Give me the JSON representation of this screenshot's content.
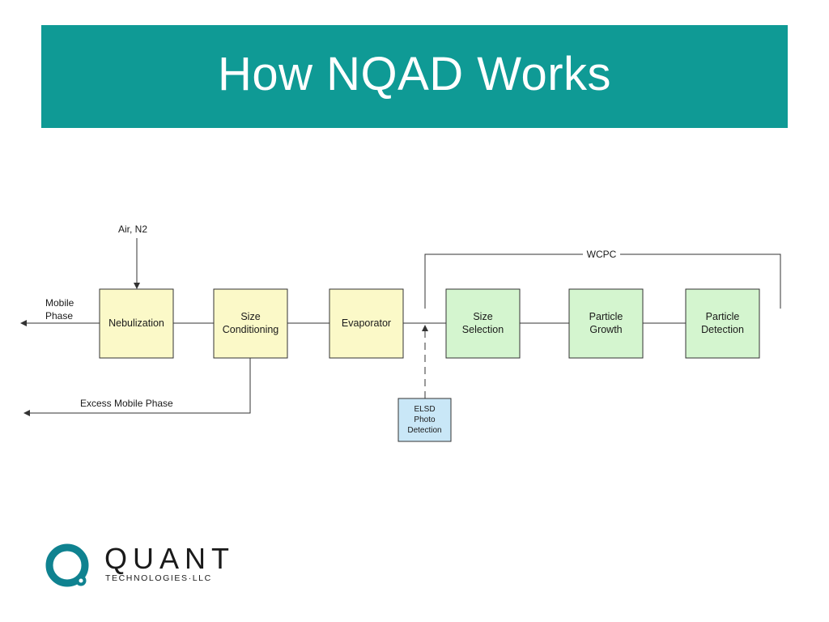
{
  "slide": {
    "title": "How NQAD Works"
  },
  "diagram": {
    "inputs": {
      "gas": "Air, N2",
      "mobile_phase": [
        "Mobile",
        "Phase"
      ],
      "excess": "Excess Mobile Phase",
      "wcpc": "WCPC"
    },
    "boxes": {
      "nebulization": [
        "Nebulization"
      ],
      "size_conditioning": [
        "Size",
        "Conditioning"
      ],
      "evaporator": [
        "Evaporator"
      ],
      "size_selection": [
        "Size",
        "Selection"
      ],
      "particle_growth": [
        "Particle",
        "Growth"
      ],
      "particle_detection": [
        "Particle",
        "Detection"
      ],
      "elsd": [
        "ELSD",
        "Photo",
        "Detection"
      ]
    },
    "colors": {
      "yellow_box": "#fbf9c8",
      "green_box": "#d4f5cf",
      "blue_box": "#c9e7f7",
      "line": "#333333"
    }
  },
  "logo": {
    "name": "QUANT",
    "sub": "TECHNOLOGIES·LLC",
    "color": "#0f8290"
  }
}
